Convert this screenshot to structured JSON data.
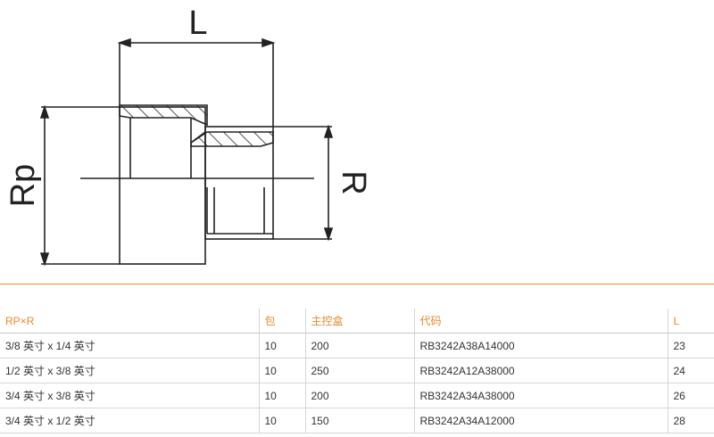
{
  "diagram": {
    "dim_length": "L",
    "dim_female": "Rp",
    "dim_male": "R"
  },
  "colors": {
    "accent": "#e8892f",
    "line": "#222222",
    "hatch_fill": "#ffffff"
  },
  "table": {
    "headers": [
      "RP×R",
      "包",
      "主控盒",
      "代码",
      "L"
    ],
    "rows": [
      [
        "3/8 英寸 x 1/4 英寸",
        "10",
        "200",
        "RB3242A38A14000",
        "23"
      ],
      [
        "1/2 英寸 x 3/8 英寸",
        "10",
        "250",
        "RB3242A12A38000",
        "24"
      ],
      [
        "3/4 英寸 x 3/8 英寸",
        "10",
        "200",
        "RB3242A34A38000",
        "26"
      ],
      [
        "3/4 英寸 x 1/2 英寸",
        "10",
        "150",
        "RB3242A34A12000",
        "28"
      ]
    ]
  }
}
